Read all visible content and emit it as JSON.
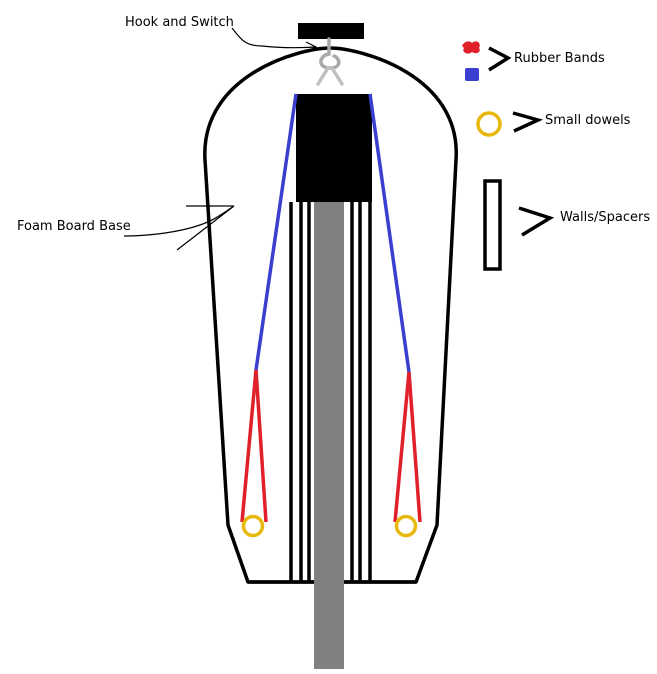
{
  "labels": {
    "hook_switch": "Hook and Switch",
    "foam_base": "Foam Board Base"
  },
  "legend": {
    "rubber_bands": "Rubber Bands",
    "small_dowels": "Small dowels",
    "walls_spacers": "Walls/Spacers"
  },
  "colors": {
    "outline": "#000000",
    "rubber_band_red": "#e0202a",
    "rubber_band_blue": "#3b3fd0",
    "dowel": "#e8b90c",
    "shaft": "#808080",
    "hook": "#a8a8a8"
  }
}
